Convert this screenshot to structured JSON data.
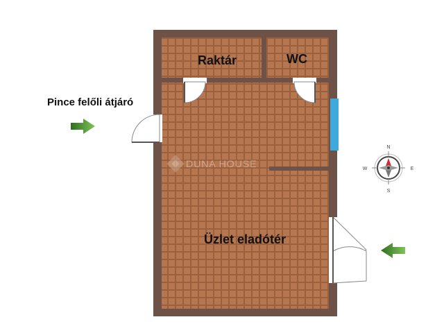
{
  "rooms": {
    "storage": "Raktár",
    "wc": "WC",
    "shop": "Üzlet eladótér"
  },
  "passage_label": "Pince felőli átjáró",
  "watermark": "DUNA HOUSE",
  "compass": {
    "north": "N",
    "south": "S",
    "east": "E",
    "west": "W"
  },
  "colors": {
    "floor": "#b67650",
    "wall": "#6e5248",
    "window": "#3fa9dc",
    "arrow": "#3f8a2a"
  }
}
